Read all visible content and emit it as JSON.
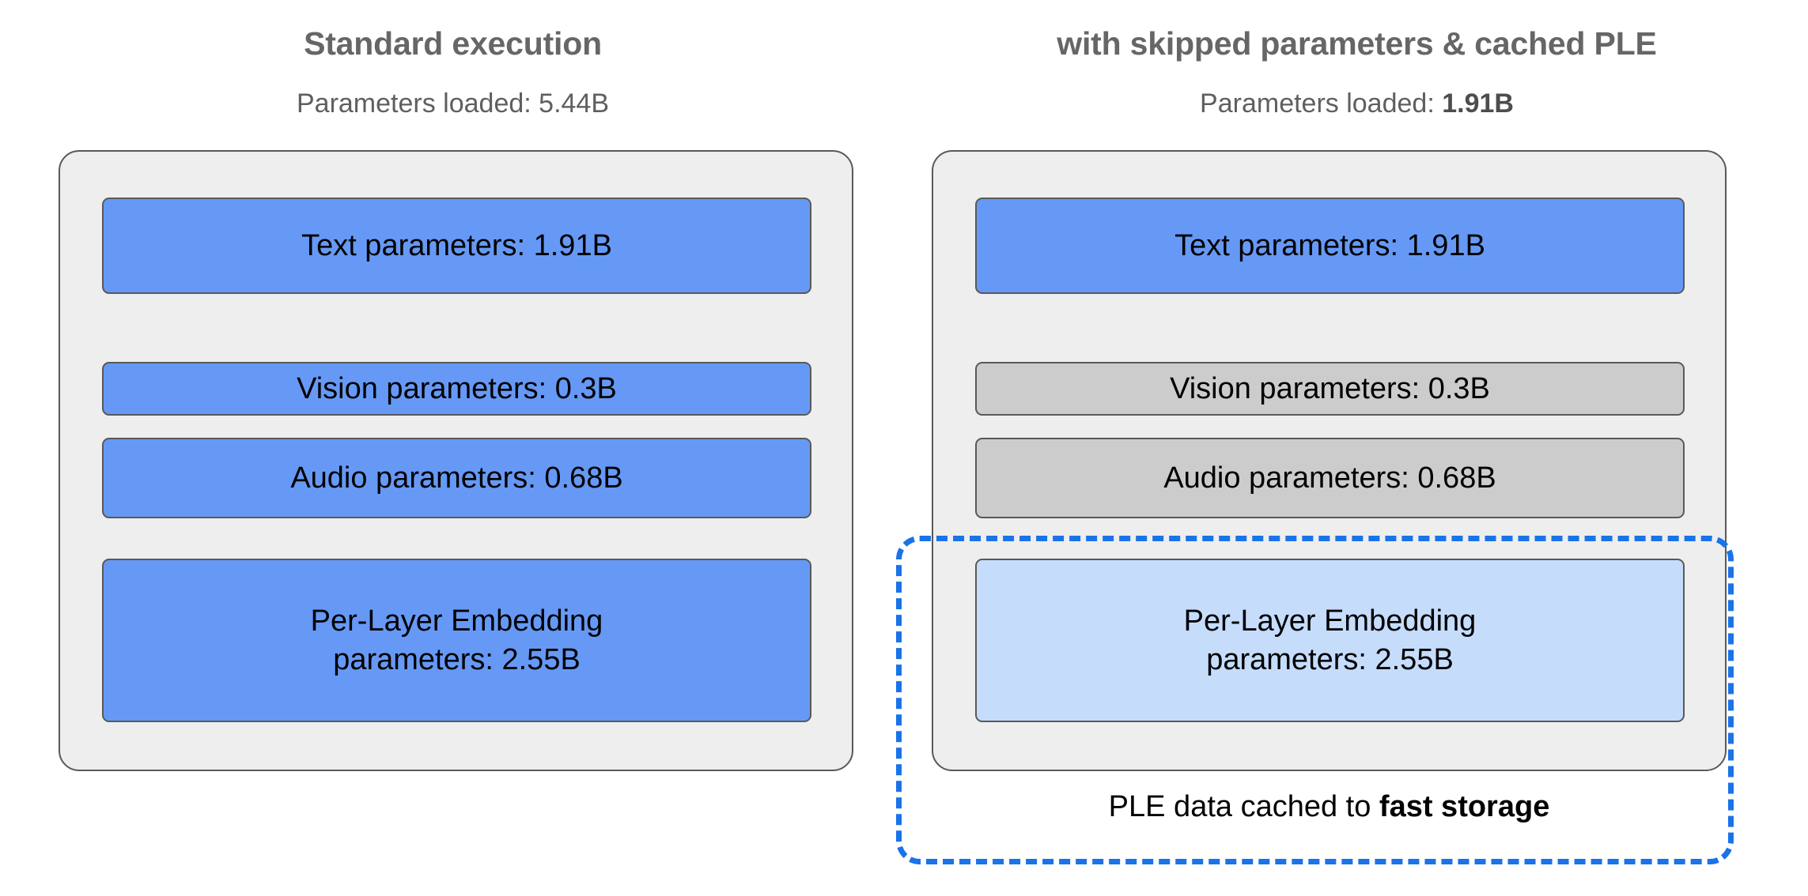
{
  "diagram": {
    "title_color": "#666666",
    "accent_blue": "#6699f5",
    "accent_light_blue": "#c5dcfb",
    "accent_gray": "#cccccc",
    "dashed_border_blue": "#1a73e8",
    "panel_background": "#eeeeee",
    "panel_border": "#595959"
  },
  "columns": [
    {
      "id": "standard",
      "title": "Standard execution",
      "subtitle_prefix": "Parameters loaded: ",
      "subtitle_value": "5.44B",
      "subtitle_value_bold": false,
      "boxes": [
        {
          "name": "text",
          "label": "Text parameters: 1.91B",
          "fill": "blue",
          "state": "loaded"
        },
        {
          "name": "vision",
          "label": "Vision parameters: 0.3B",
          "fill": "blue",
          "state": "loaded"
        },
        {
          "name": "audio",
          "label": "Audio parameters: 0.68B",
          "fill": "blue",
          "state": "loaded"
        },
        {
          "name": "ple",
          "label": "Per-Layer Embedding\nparameters: 2.55B",
          "fill": "blue",
          "state": "loaded"
        }
      ]
    },
    {
      "id": "cached",
      "title": "with skipped parameters & cached PLE",
      "subtitle_prefix": "Parameters loaded: ",
      "subtitle_value": "1.91B",
      "subtitle_value_bold": true,
      "boxes": [
        {
          "name": "text",
          "label": "Text parameters: 1.91B",
          "fill": "blue",
          "state": "loaded"
        },
        {
          "name": "vision",
          "label": "Vision parameters: 0.3B",
          "fill": "gray",
          "state": "skipped"
        },
        {
          "name": "audio",
          "label": "Audio parameters: 0.68B",
          "fill": "gray",
          "state": "skipped"
        },
        {
          "name": "ple",
          "label": "Per-Layer Embedding\nparameters: 2.55B",
          "fill": "light",
          "state": "cached"
        }
      ],
      "cache_caption_prefix": "PLE data cached to ",
      "cache_caption_strong": "fast storage"
    }
  ]
}
